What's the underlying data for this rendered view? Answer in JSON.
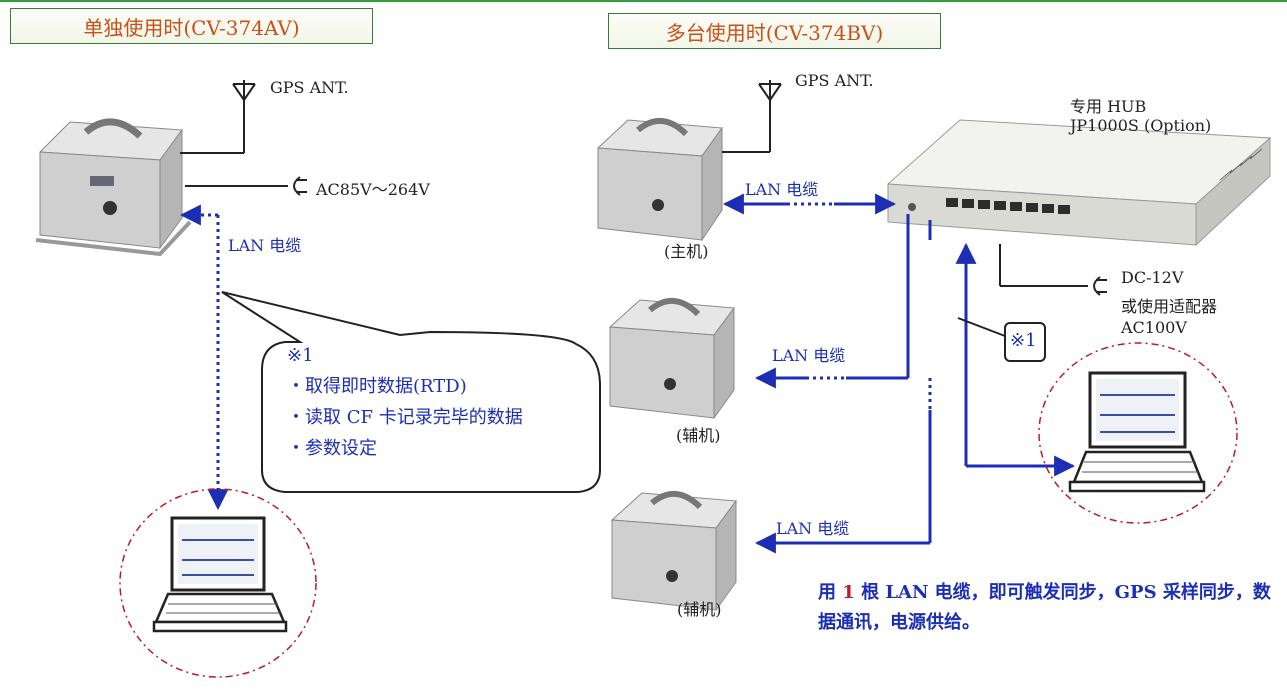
{
  "titles": {
    "single": "单独使用时(CV-374AV)",
    "multi": "多台使用时(CV-374BV)"
  },
  "labels": {
    "gps_ant_left": "GPS ANT.",
    "gps_ant_right": "GPS ANT.",
    "ac_power": "AC85V～264V",
    "lan_left": "LAN 电缆",
    "lan_main": "LAN 电缆",
    "lan_sub1": "LAN 电缆",
    "lan_sub2": "LAN 电缆",
    "main_unit": "(主机)",
    "sub_unit_1": "(辅机)",
    "sub_unit_2": "(辅机)",
    "hub_line1": "专用 HUB",
    "hub_line2": "JP1000S (Option)",
    "dc_line1": "DC-12V",
    "dc_line2": "或使用适配器",
    "dc_line3": "AC100V",
    "note_ref": "※1"
  },
  "callout": {
    "ref": "※1",
    "items": [
      "・取得即时数据(RTD)",
      "・读取 CF 卡记录完毕的数据",
      "・参数设定"
    ]
  },
  "sync_text": {
    "part1": "用 ",
    "number": "1",
    "part2": " 根 LAN 电缆，即可触发同步，GPS 采样同步，数据通讯，电源供给。"
  },
  "colors": {
    "title_text": "#c8511a",
    "title_border": "#3a7a3a",
    "lan_line": "#1c2fb4",
    "laptop_circle": "#c0182a",
    "emphasis": "#c0182a"
  }
}
